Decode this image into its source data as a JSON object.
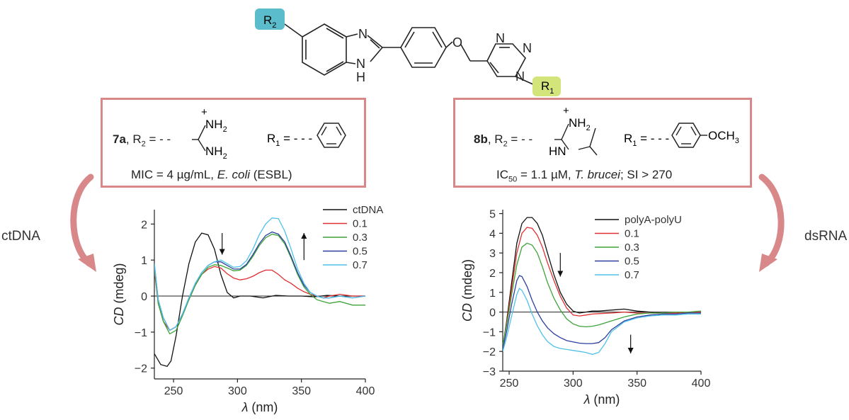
{
  "structure": {
    "r2_label": "R",
    "r2_sub": "2",
    "r1_label": "R",
    "r1_sub": "1",
    "atom_n": "N",
    "atom_nh": "N",
    "atom_h": "H",
    "atom_o": "O",
    "triazole_n1": "N",
    "triazole_n2": "N",
    "triazole_n3": "N",
    "r2_color": "#5bbccb",
    "r1_color": "#d3e57a"
  },
  "box_left": {
    "compound": "7a",
    "r2_text": "R",
    "r2_sub": "2",
    "r1_text": "R",
    "r1_sub": "1",
    "plus": "+",
    "nh2_top": "NH",
    "nh2_top_sub": "2",
    "nh2_bottom": "NH",
    "nh2_bottom_sub": "2",
    "activity_prefix": "MIC = 4 µg/mL, ",
    "activity_species": "E. coli",
    "activity_suffix": " (ESBL)"
  },
  "box_right": {
    "compound": "8b",
    "r2_text": "R",
    "r2_sub": "2",
    "r1_text": "R",
    "r1_sub": "1",
    "plus": "+",
    "nh_top": "NH",
    "nh_top_sub": "2",
    "hn": "HN",
    "och3": "OCH",
    "och3_sub": "3",
    "ic_label": "IC",
    "ic_sub": "50",
    "activity_value": " = 1.1 µM, ",
    "activity_species": "T. brucei",
    "activity_suffix": "; SI > 270"
  },
  "labels": {
    "left_arrow": "ctDNA",
    "right_arrow": "dsRNA",
    "arrow_color": "#d9888a"
  },
  "chart_data": [
    {
      "type": "line",
      "xlabel_symbol": "λ",
      "xlabel_unit": " (nm)",
      "ylabel_symbol": "CD",
      "ylabel_unit": " (mdeg)",
      "xlim": [
        235,
        400
      ],
      "ylim": [
        -2.3,
        2.4
      ],
      "xticks": [
        250,
        300,
        350,
        400
      ],
      "yticks": [
        -2,
        -1,
        0,
        1,
        2
      ],
      "legend_position": "top-right",
      "series": [
        {
          "name": "ctDNA",
          "color": "#111111",
          "x": [
            235,
            240,
            245,
            248,
            252,
            257,
            262,
            267,
            272,
            277,
            282,
            287,
            292,
            297,
            302,
            310,
            320,
            330,
            340,
            350,
            360,
            370,
            380,
            390,
            400
          ],
          "y": [
            -1.6,
            -1.9,
            -1.95,
            -1.8,
            -1.1,
            0,
            0.9,
            1.5,
            1.75,
            1.7,
            1.3,
            0.6,
            0.1,
            -0.05,
            0,
            0,
            -0.05,
            0.02,
            0,
            0,
            -0.02,
            0.02,
            0,
            0,
            0
          ]
        },
        {
          "name": "0.1",
          "color": "#e03030",
          "x": [
            235,
            238,
            242,
            247,
            252,
            257,
            262,
            267,
            272,
            277,
            282,
            287,
            292,
            297,
            302,
            307,
            312,
            317,
            322,
            327,
            332,
            337,
            342,
            347,
            352,
            357,
            362,
            367,
            372,
            380,
            390,
            400
          ],
          "y": [
            0.7,
            -0.2,
            -0.7,
            -0.95,
            -0.85,
            -0.5,
            -0.1,
            0.3,
            0.6,
            0.75,
            0.82,
            0.78,
            0.62,
            0.5,
            0.45,
            0.48,
            0.55,
            0.65,
            0.72,
            0.72,
            0.6,
            0.45,
            0.35,
            0.22,
            0.12,
            0.05,
            0,
            -0.05,
            0,
            0.05,
            0,
            0
          ]
        },
        {
          "name": "0.3",
          "color": "#3ea33a",
          "x": [
            235,
            238,
            242,
            247,
            252,
            257,
            262,
            267,
            272,
            277,
            282,
            287,
            292,
            297,
            302,
            307,
            312,
            317,
            322,
            327,
            332,
            337,
            342,
            347,
            352,
            357,
            362,
            367,
            372,
            380,
            390,
            400
          ],
          "y": [
            0.8,
            -0.2,
            -0.7,
            -1.05,
            -0.95,
            -0.55,
            -0.1,
            0.3,
            0.6,
            0.8,
            0.87,
            0.85,
            0.78,
            0.7,
            0.72,
            0.85,
            1.1,
            1.4,
            1.62,
            1.72,
            1.68,
            1.45,
            1.05,
            0.6,
            0.25,
            0.05,
            -0.1,
            -0.15,
            -0.2,
            -0.15,
            -0.25,
            -0.25
          ]
        },
        {
          "name": "0.5",
          "color": "#2c3f9e",
          "x": [
            235,
            238,
            242,
            247,
            252,
            257,
            262,
            267,
            272,
            277,
            282,
            287,
            292,
            297,
            302,
            307,
            312,
            317,
            322,
            327,
            332,
            337,
            342,
            347,
            352,
            357,
            362,
            367,
            372,
            380,
            390,
            400
          ],
          "y": [
            0.9,
            -0.1,
            -0.6,
            -0.95,
            -0.85,
            -0.5,
            -0.05,
            0.35,
            0.65,
            0.85,
            0.95,
            0.95,
            0.85,
            0.75,
            0.75,
            0.88,
            1.15,
            1.45,
            1.68,
            1.78,
            1.72,
            1.5,
            1.1,
            0.65,
            0.3,
            0.1,
            0,
            -0.05,
            -0.05,
            0,
            -0.05,
            0
          ]
        },
        {
          "name": "0.7",
          "color": "#4fc1e8",
          "x": [
            235,
            238,
            242,
            247,
            252,
            257,
            262,
            267,
            272,
            277,
            282,
            287,
            292,
            297,
            302,
            307,
            312,
            317,
            322,
            327,
            332,
            337,
            342,
            347,
            352,
            357,
            362,
            367,
            372,
            380,
            390,
            400
          ],
          "y": [
            0.9,
            -0.1,
            -0.6,
            -0.95,
            -0.85,
            -0.5,
            -0.05,
            0.35,
            0.65,
            0.85,
            0.95,
            1.0,
            0.9,
            0.8,
            0.82,
            0.98,
            1.3,
            1.7,
            2.0,
            2.17,
            2.15,
            1.8,
            1.3,
            0.75,
            0.35,
            0.1,
            0,
            -0.05,
            -0.05,
            0,
            -0.05,
            0
          ]
        }
      ],
      "annotations": [
        {
          "kind": "arrow-down",
          "x": 288,
          "y_from": 1.75,
          "y_to": 1.15
        },
        {
          "kind": "arrow-up",
          "x": 352,
          "y_from": 1.0,
          "y_to": 1.75
        }
      ]
    },
    {
      "type": "line",
      "xlabel_symbol": "λ",
      "xlabel_unit": " (nm)",
      "ylabel_symbol": "CD",
      "ylabel_unit": " (mdeg)",
      "xlim": [
        245,
        400
      ],
      "ylim": [
        -3,
        5.2
      ],
      "xticks": [
        250,
        300,
        350,
        400
      ],
      "yticks": [
        -3,
        -2,
        -1,
        0,
        1,
        2,
        3,
        4,
        5
      ],
      "legend_position": "top-right",
      "series": [
        {
          "name": "polyA-polyU",
          "color": "#111111",
          "x": [
            245,
            248,
            252,
            256,
            260,
            264,
            268,
            272,
            276,
            280,
            285,
            290,
            295,
            300,
            305,
            310,
            315,
            320,
            330,
            340,
            350,
            360,
            370,
            380,
            390,
            400
          ],
          "y": [
            -1.8,
            -0.5,
            1.5,
            3.5,
            4.5,
            4.8,
            4.8,
            4.5,
            3.9,
            3.0,
            1.9,
            1.0,
            0.4,
            0.05,
            -0.05,
            0,
            0.05,
            0.05,
            0.1,
            0.15,
            0.05,
            0,
            -0.05,
            -0.05,
            0,
            0
          ]
        },
        {
          "name": "0.1",
          "color": "#e03030",
          "x": [
            245,
            248,
            252,
            256,
            260,
            264,
            268,
            272,
            276,
            280,
            285,
            290,
            295,
            300,
            305,
            310,
            315,
            320,
            330,
            340,
            350,
            360,
            370,
            380,
            390,
            400
          ],
          "y": [
            -1.8,
            -0.6,
            1.2,
            3.0,
            4.0,
            4.3,
            4.25,
            3.9,
            3.3,
            2.5,
            1.6,
            0.8,
            0.2,
            -0.15,
            -0.2,
            -0.15,
            -0.1,
            -0.08,
            -0.05,
            0,
            -0.05,
            -0.05,
            -0.05,
            -0.05,
            0,
            0
          ]
        },
        {
          "name": "0.3",
          "color": "#3ea33a",
          "x": [
            245,
            248,
            252,
            256,
            260,
            264,
            268,
            272,
            276,
            280,
            285,
            290,
            295,
            300,
            305,
            310,
            315,
            320,
            330,
            340,
            350,
            360,
            370,
            380,
            390,
            400
          ],
          "y": [
            -1.7,
            -0.7,
            0.9,
            2.4,
            3.3,
            3.5,
            3.4,
            3.0,
            2.3,
            1.5,
            0.7,
            0.1,
            -0.35,
            -0.6,
            -0.72,
            -0.75,
            -0.72,
            -0.65,
            -0.45,
            -0.25,
            -0.1,
            -0.05,
            -0.05,
            0,
            0,
            0.05
          ]
        },
        {
          "name": "0.5",
          "color": "#2c3f9e",
          "x": [
            245,
            248,
            252,
            256,
            258,
            260,
            264,
            268,
            272,
            276,
            280,
            285,
            290,
            295,
            300,
            305,
            310,
            315,
            320,
            325,
            330,
            340,
            350,
            360,
            370,
            380,
            390,
            400
          ],
          "y": [
            -1.9,
            -1.0,
            0.4,
            1.6,
            1.85,
            1.8,
            1.3,
            0.6,
            0,
            -0.45,
            -0.8,
            -1.1,
            -1.3,
            -1.45,
            -1.52,
            -1.58,
            -1.6,
            -1.6,
            -1.55,
            -1.3,
            -0.9,
            -0.45,
            -0.25,
            -0.15,
            -0.1,
            -0.1,
            -0.05,
            -0.05
          ]
        },
        {
          "name": "0.7",
          "color": "#4fc1e8",
          "x": [
            245,
            248,
            252,
            256,
            258,
            260,
            264,
            268,
            272,
            276,
            280,
            285,
            290,
            295,
            300,
            305,
            310,
            315,
            320,
            325,
            330,
            340,
            350,
            360,
            370,
            380,
            390,
            400
          ],
          "y": [
            -2.0,
            -1.3,
            -0.2,
            0.9,
            1.2,
            1.1,
            0.6,
            -0.1,
            -0.7,
            -1.15,
            -1.5,
            -1.75,
            -1.85,
            -1.9,
            -1.95,
            -2.0,
            -2.05,
            -2.15,
            -2.05,
            -1.6,
            -1.0,
            -0.5,
            -0.3,
            -0.2,
            -0.15,
            -0.15,
            -0.1,
            -0.1
          ]
        }
      ],
      "annotations": [
        {
          "kind": "arrow-down",
          "x": 290,
          "y_from": 3.0,
          "y_to": 1.8
        },
        {
          "kind": "arrow-down",
          "x": 345,
          "y_from": -1.15,
          "y_to": -2.1
        }
      ]
    }
  ]
}
